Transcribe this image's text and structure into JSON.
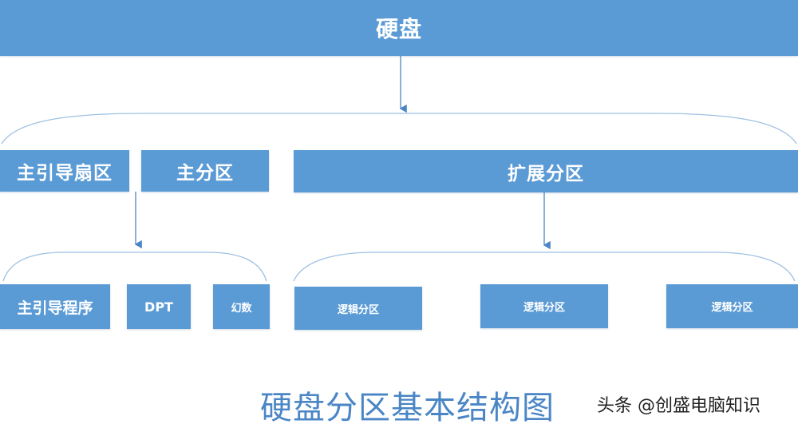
{
  "nodes": {
    "disk": "硬盘",
    "mbr": "主引导扇区",
    "primary": "主分区",
    "extended": "扩展分区",
    "boot_program": "主引导程序",
    "dpt": "DPT",
    "magic": "幻数",
    "logical_1": "逻辑分区",
    "logical_2": "逻辑分区",
    "logical_3": "逻辑分区"
  },
  "caption": "硬盘分区基本结构图",
  "watermark": "头条 @创盛电脑知识",
  "colors": {
    "box": "#5b9bd5",
    "line": "#9ec1e3",
    "arrow": "#4a86c5",
    "caption": "#4a86c5"
  }
}
